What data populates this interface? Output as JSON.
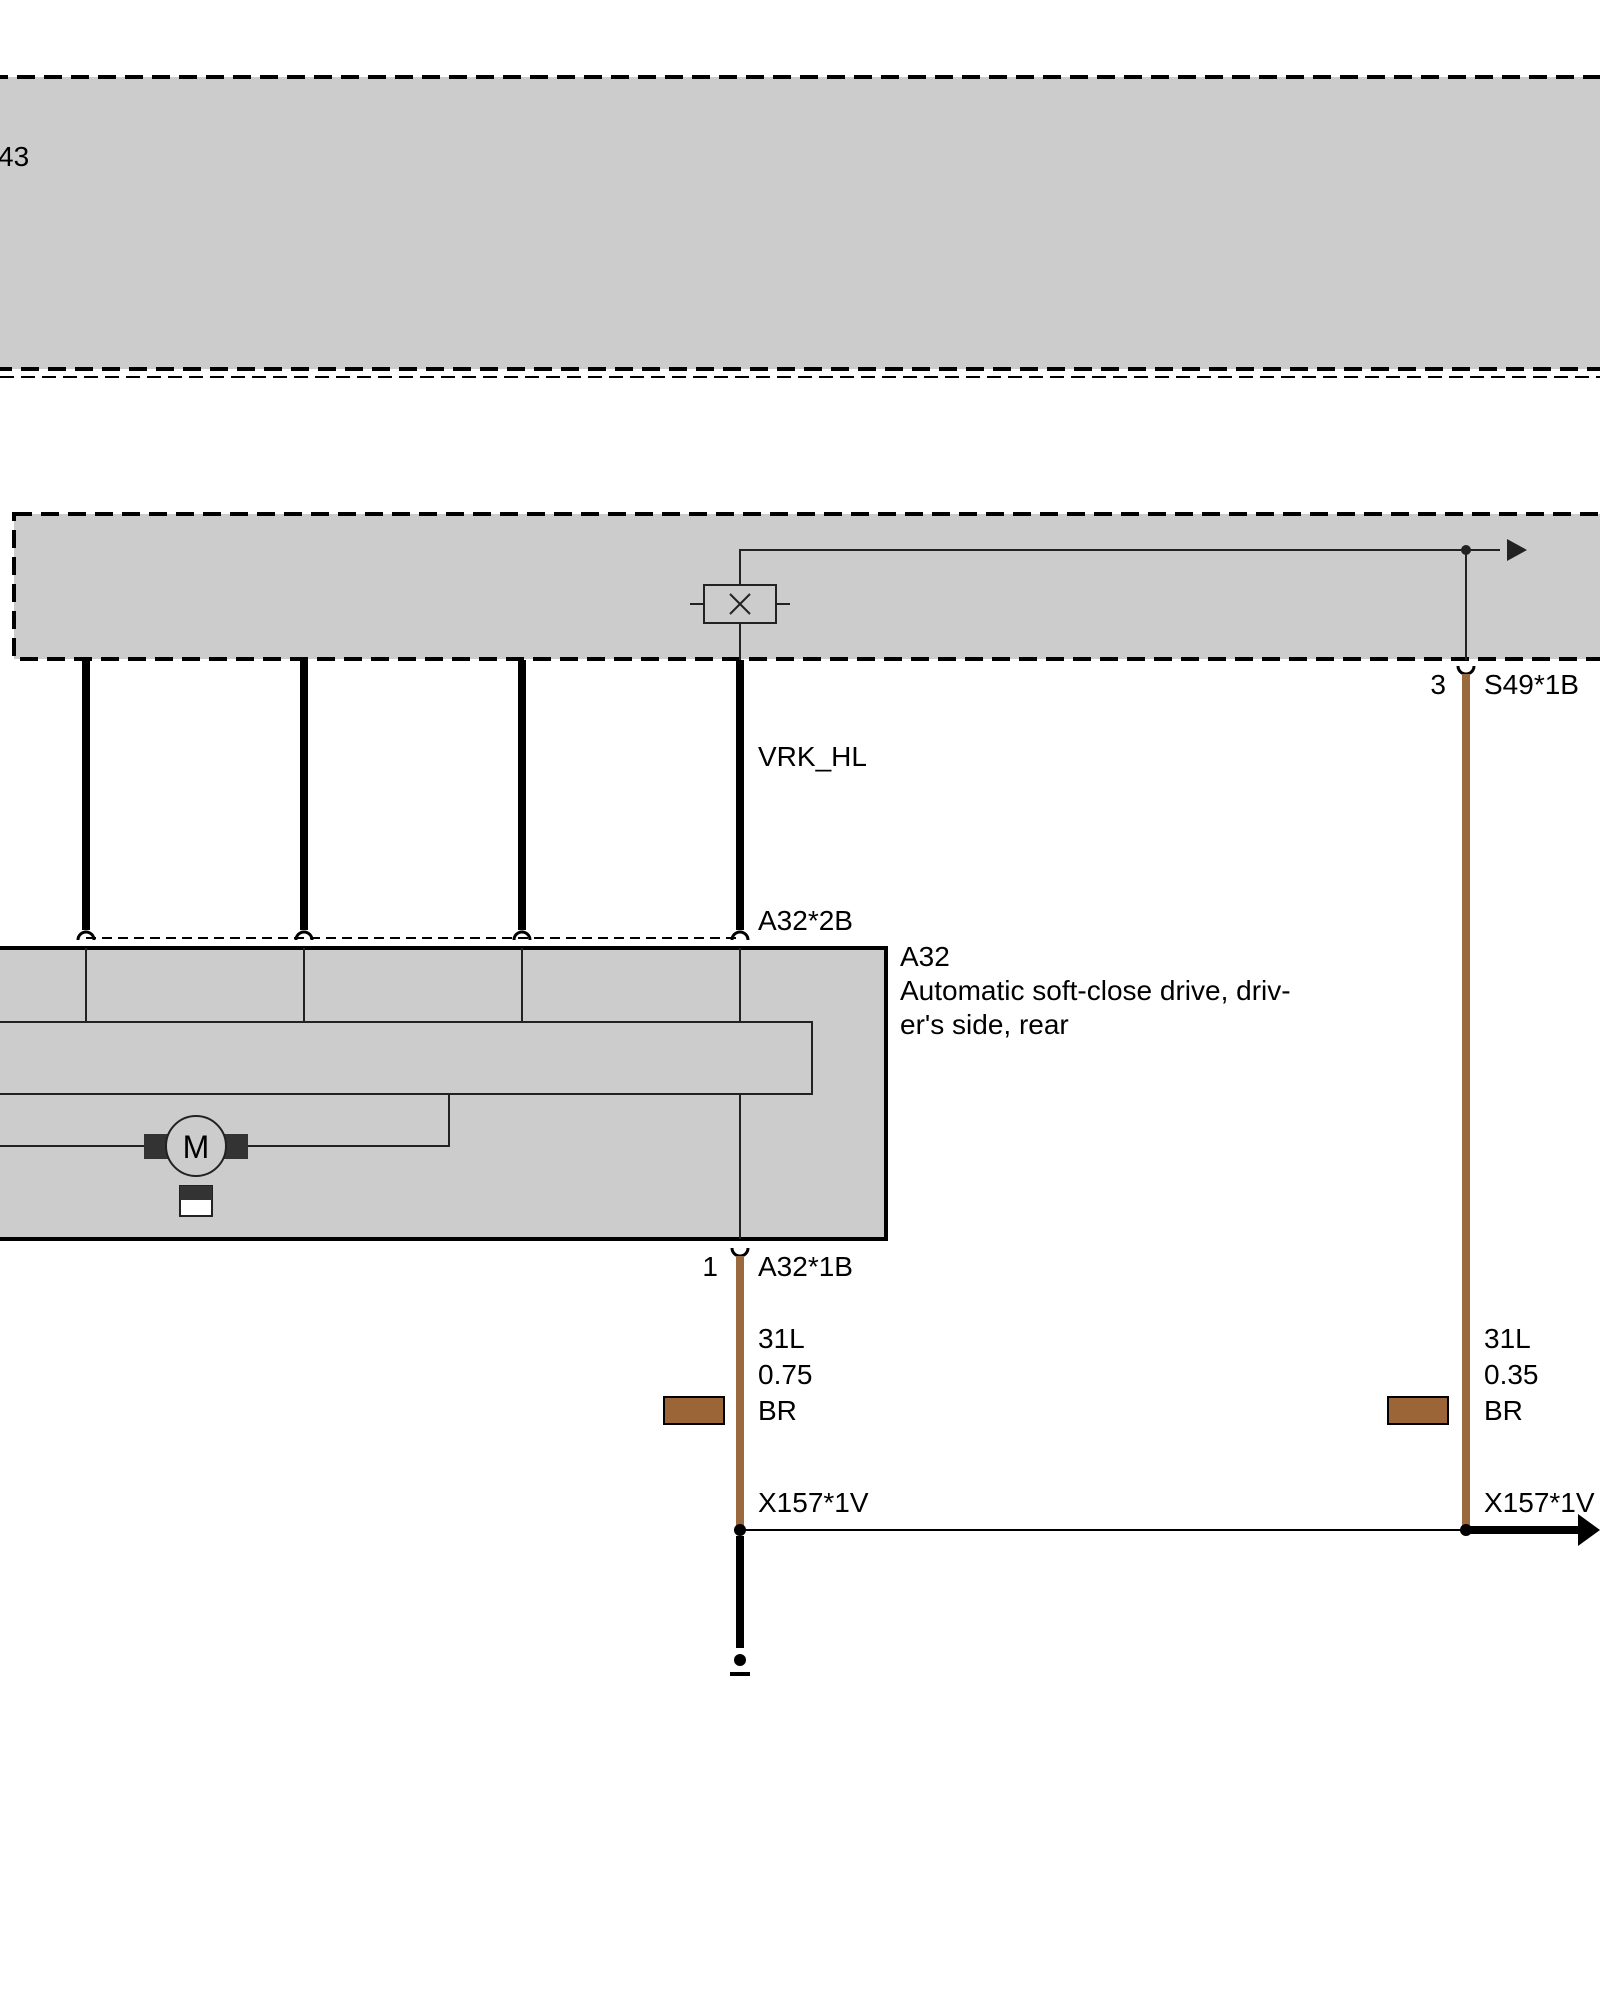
{
  "top_module": {
    "label_partial": "43"
  },
  "fuse_box": {},
  "connectors": {
    "s49": {
      "pin": "3",
      "id": "S49*1B"
    },
    "a32_2b": {
      "id": "A32*2B"
    },
    "a32_1b": {
      "pin": "1",
      "id": "A32*1B"
    },
    "x157_left": {
      "id": "X157*1V"
    },
    "x157_right": {
      "id": "X157*1V"
    }
  },
  "signal": {
    "name": "VRK_HL"
  },
  "component": {
    "id": "A32",
    "description_line1": "Automatic soft-close drive, driv-",
    "description_line2": "er's side, rear",
    "motor_letter": "M"
  },
  "wires": {
    "left": {
      "circuit": "31L",
      "size": "0.75",
      "color": "BR"
    },
    "right": {
      "circuit": "31L",
      "size": "0.35",
      "color": "BR"
    }
  },
  "colors": {
    "module_fill": "#cccccc",
    "wire_brown": "#9a6a3e",
    "swatch_brown": "#9c6538",
    "line": "#000000"
  }
}
